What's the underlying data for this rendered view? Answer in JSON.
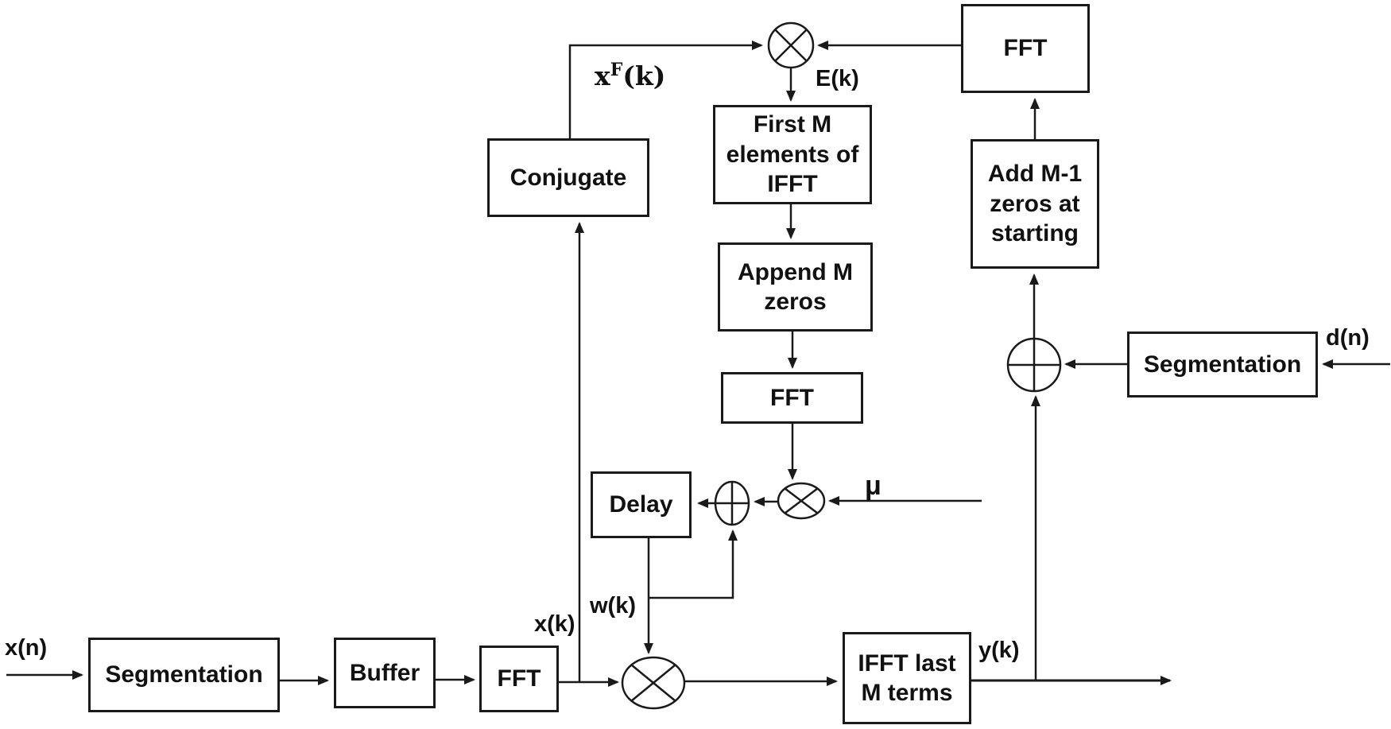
{
  "blocks": {
    "segmentation_input": "Segmentation",
    "buffer": "Buffer",
    "fft_input": "FFT",
    "conjugate": "Conjugate",
    "first_m_elements": "First M elements of IFFT",
    "append_m_zeros": "Append M zeros",
    "fft_gradient": "FFT",
    "delay": "Delay",
    "ifft_last_m": "IFFT last M terms",
    "fft_error": "FFT",
    "add_m1_zeros": "Add M-1 zeros at starting",
    "segmentation_desired": "Segmentation"
  },
  "signals": {
    "x_n": "x(n)",
    "x_k": "x(k)",
    "w_k": "w(k)",
    "y_k": "y(k)",
    "d_n": "d(n)",
    "e_k": "E(k)",
    "mu": "μ",
    "x_f": {
      "base": "x",
      "sup": "F",
      "rest": "(k)"
    }
  },
  "operators": {
    "multiplier": "⊗",
    "adder": "⊕"
  },
  "colors": {
    "line": "#1a1a1a",
    "background": "#ffffff",
    "text": "#111111"
  }
}
